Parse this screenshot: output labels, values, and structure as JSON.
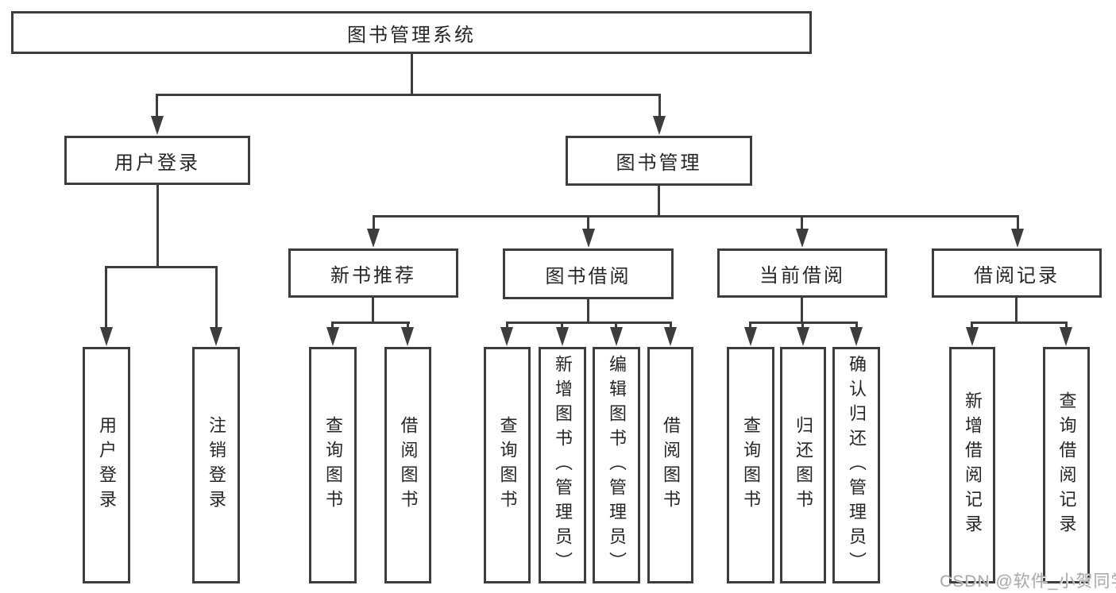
{
  "meta": {
    "background_color": "#ffffff",
    "line_color": "#3d3d3d",
    "text_color": "#262626",
    "watermark_color": "#ababab"
  },
  "tree": {
    "label": "图书管理系统",
    "children": [
      {
        "label": "用户登录",
        "children": [
          {
            "label": "用户登录"
          },
          {
            "label": "注销登录"
          }
        ]
      },
      {
        "label": "图书管理",
        "children": [
          {
            "label": "新书推荐",
            "children": [
              {
                "label": "查询图书"
              },
              {
                "label": "借阅图书"
              }
            ]
          },
          {
            "label": "图书借阅",
            "children": [
              {
                "label": "查询图书"
              },
              {
                "label": "新增图书（管理员）"
              },
              {
                "label": "编辑图书（管理员）"
              },
              {
                "label": "借阅图书"
              }
            ]
          },
          {
            "label": "当前借阅",
            "children": [
              {
                "label": "查询图书"
              },
              {
                "label": "归还图书"
              },
              {
                "label": "确认归还（管理员）"
              }
            ]
          },
          {
            "label": "借阅记录",
            "children": [
              {
                "label": "新增借阅记录"
              },
              {
                "label": "查询借阅记录"
              }
            ]
          }
        ]
      }
    ]
  },
  "watermark": {
    "text": "CSDN @软件_小贺同学"
  }
}
